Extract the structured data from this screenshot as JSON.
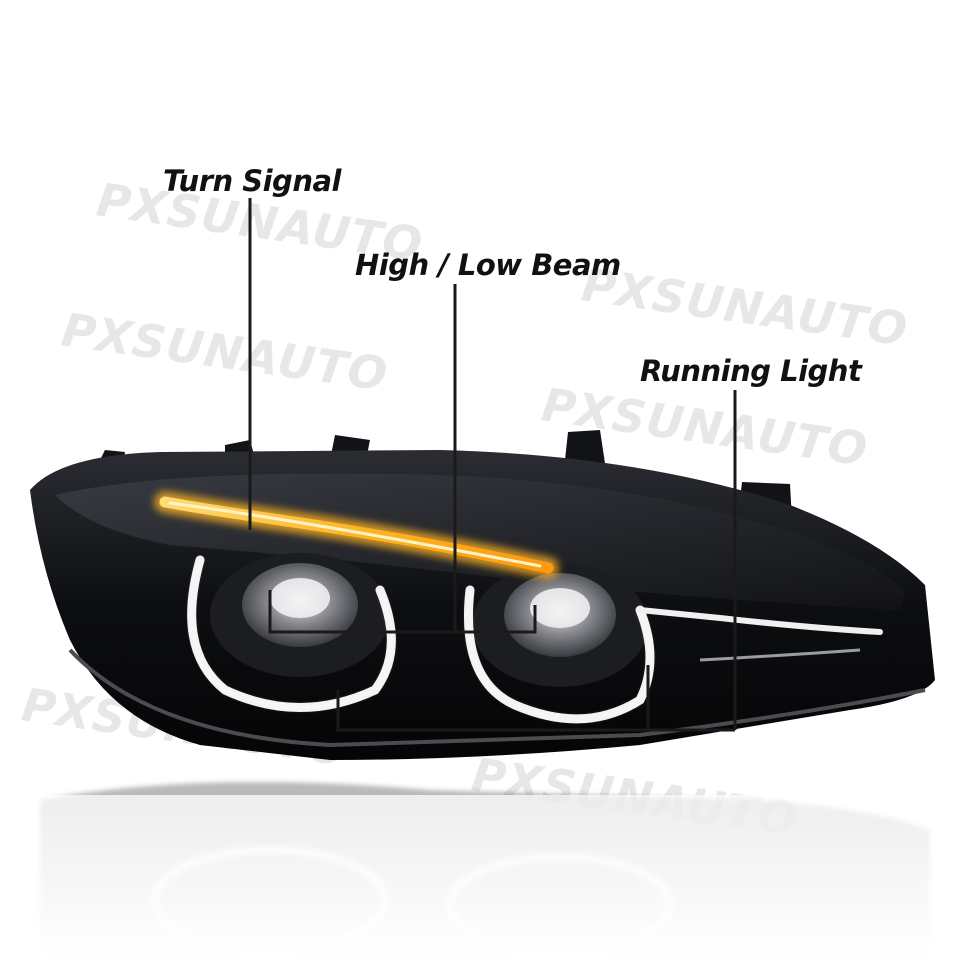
{
  "callouts": {
    "turn_signal": "Turn Signal",
    "high_low_beam": "High / Low Beam",
    "running_light": "Running Light"
  },
  "watermark": {
    "text": "PXSUNAUTO",
    "color": "#d4d4d4"
  },
  "colors": {
    "turn_signal_glow": "#ffb423",
    "drl_ring": "#f2f2f2",
    "housing": "#101114",
    "leader_line": "#1a1a1a"
  }
}
